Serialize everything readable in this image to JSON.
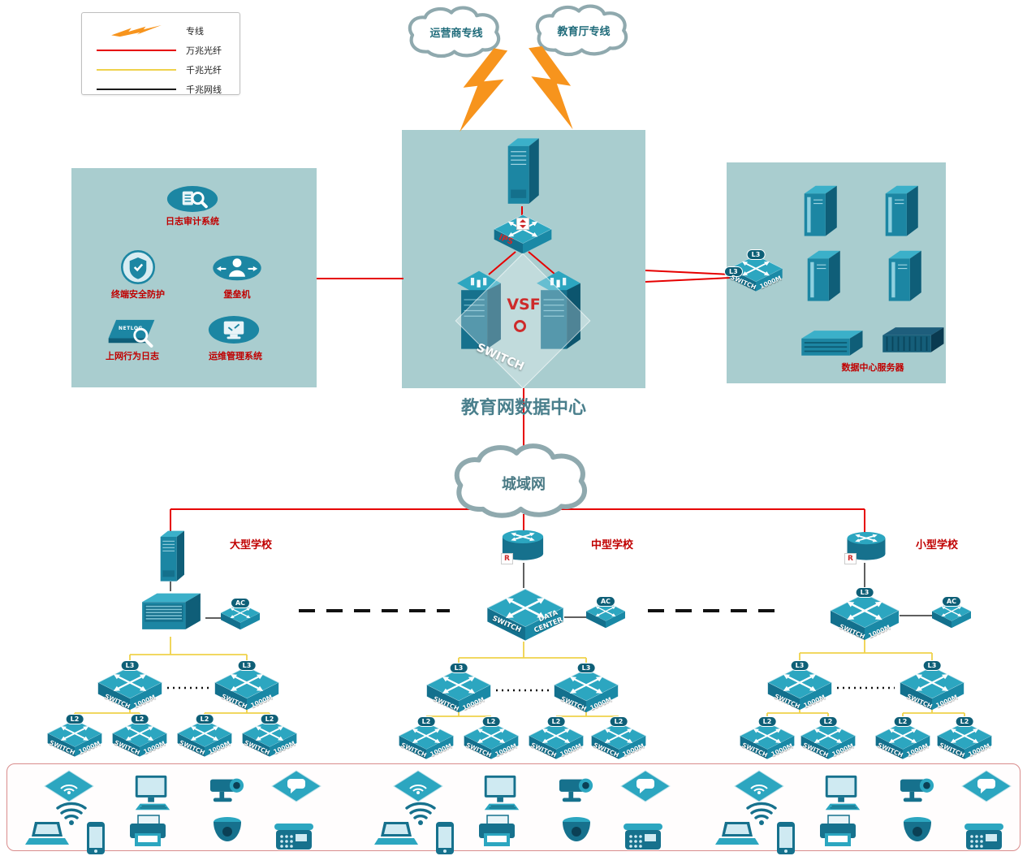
{
  "legend": {
    "items": [
      {
        "label": "专线",
        "line": "dedicated"
      },
      {
        "label": "万兆光纤",
        "line": "fiber-10g"
      },
      {
        "label": "千兆光纤",
        "line": "fiber-1g"
      },
      {
        "label": "千兆网线",
        "line": "copper-1g"
      }
    ]
  },
  "clouds": {
    "carrier": "运营商专线",
    "education": "教育厅专线",
    "man": "城域网"
  },
  "datacenter": {
    "title": "教育网数据中心",
    "ips": "IPS",
    "vsf": "VSF",
    "core_switch": "SWITCH"
  },
  "security_zone": {
    "items": [
      "日志审计系统",
      "终端安全防护",
      "堡垒机",
      "上网行为日志",
      "运维管理系统"
    ],
    "netlog": "NETLOG"
  },
  "server_zone": {
    "title": "数据中心服务器"
  },
  "schools": [
    {
      "name": "大型学校"
    },
    {
      "name": "中型学校"
    },
    {
      "name": "小型学校"
    }
  ],
  "device_labels": {
    "switch": "SWITCH",
    "speed": "1000M",
    "l3": "L3",
    "l2": "L2",
    "ac": "AC",
    "r": "R",
    "data_center_line1": "DATA",
    "data_center_line2": "CENTER"
  },
  "colors": {
    "dedicated": "#F7941D",
    "fiber_10g": "#E60000",
    "fiber_1g": "#EFD24B",
    "copper_1g": "#1A1A1A",
    "zone_bg": "#A9CDCF",
    "device": "#1C86A3",
    "label_red": "#C00000"
  }
}
